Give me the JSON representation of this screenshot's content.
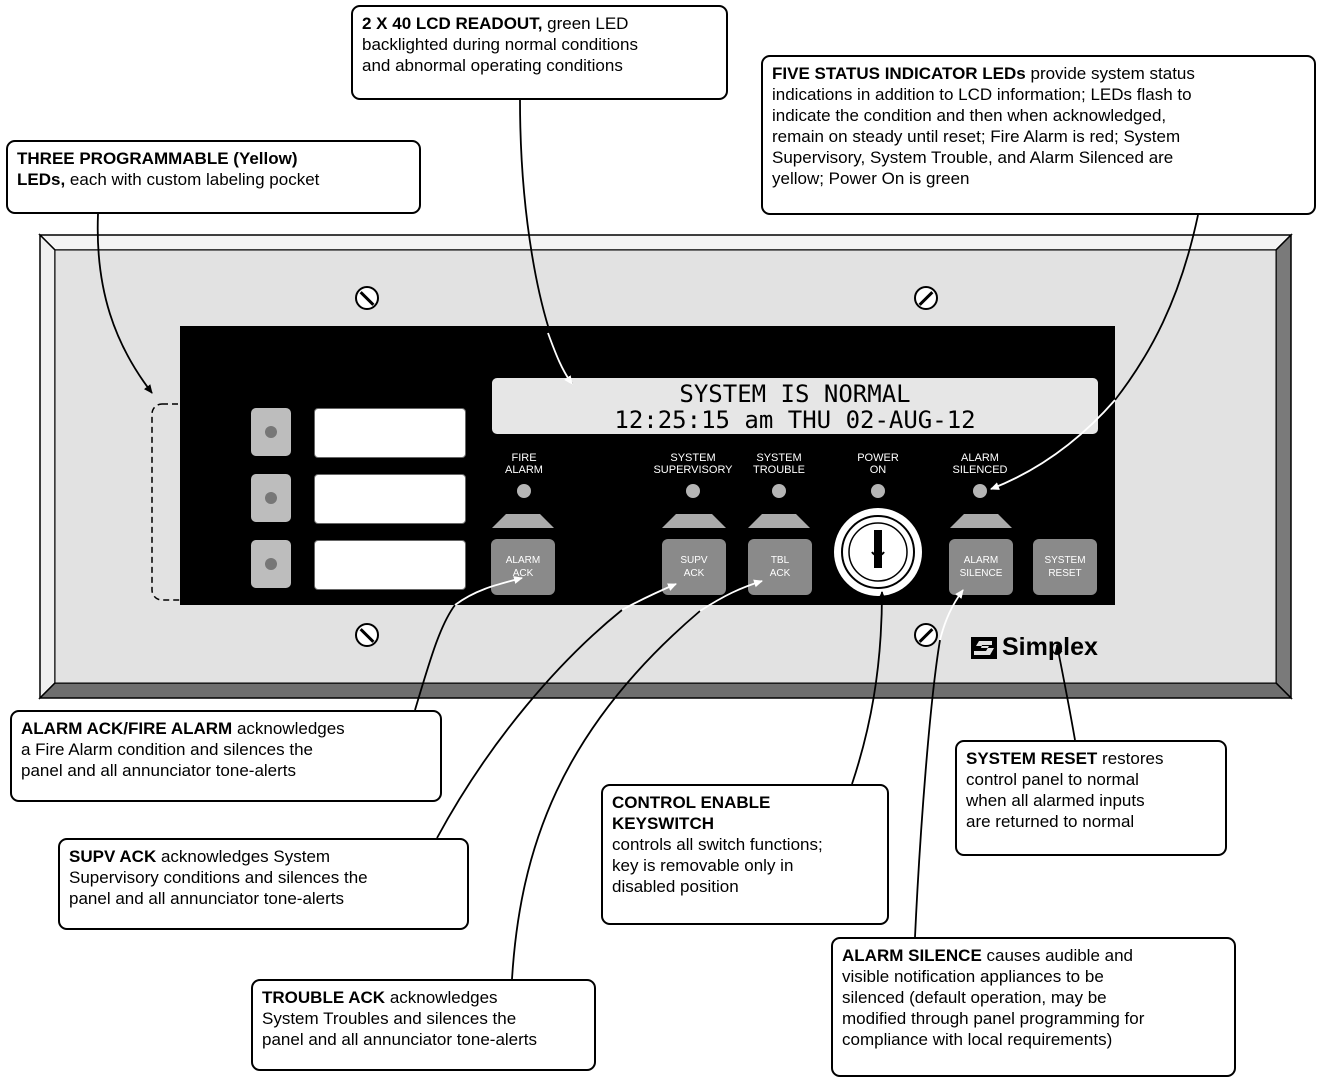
{
  "callouts": {
    "lcd": {
      "title": "2 X 40 LCD READOUT,",
      "line1_rest": " green LED",
      "line2": "backlighted during normal conditions",
      "line3": "and abnormal operating conditions"
    },
    "status_leds": {
      "title": "FIVE STATUS INDICATOR LEDs",
      "line1_rest": " provide system status",
      "line2": "indications in addition to LCD information; LEDs flash to",
      "line3": "indicate the condition and then when acknowledged,",
      "line4": "remain on steady until reset; Fire Alarm is red; System",
      "line5": "Supervisory, System Trouble, and Alarm Silenced are",
      "line6": "yellow; Power On is green"
    },
    "programmable": {
      "title1": "THREE PROGRAMMABLE (Yellow)",
      "title2": "LEDs,",
      "line2_rest": " each with custom labeling pocket"
    },
    "alarm_ack": {
      "title": "ALARM ACK/FIRE ALARM",
      "line1_rest": " acknowledges",
      "line2": "a Fire Alarm condition and silences the",
      "line3": "panel and all annunciator tone-alerts"
    },
    "supv_ack": {
      "title": "SUPV ACK",
      "line1_rest": " acknowledges System",
      "line2": "Supervisory conditions and silences the",
      "line3": "panel and all annunciator tone-alerts"
    },
    "trouble_ack": {
      "title": "TROUBLE ACK",
      "line1_rest": " acknowledges",
      "line2": "System Troubles and silences the",
      "line3": "panel and all annunciator tone-alerts"
    },
    "keyswitch": {
      "title1": "CONTROL ENABLE",
      "title2": "KEYSWITCH",
      "line3": "controls all switch functions;",
      "line4": "key is removable only in",
      "line5": "disabled position"
    },
    "system_reset": {
      "title": "SYSTEM RESET",
      "line1_rest": " restores",
      "line2": "control panel to normal",
      "line3": "when all alarmed inputs",
      "line4": "are returned to normal"
    },
    "alarm_silence": {
      "title": "ALARM SILENCE",
      "line1_rest": " causes audible and",
      "line2": "visible notification appliances to be",
      "line3": "silenced (default operation, may be",
      "line4": "modified through panel programming for",
      "line5": "compliance with local requirements)"
    }
  },
  "panel": {
    "lcd_line1": "SYSTEM IS NORMAL",
    "lcd_line2": "12:25:15 am THU 02-AUG-12",
    "led_labels": {
      "fire_alarm": [
        "FIRE",
        "ALARM"
      ],
      "system_supervisory": [
        "SYSTEM",
        "SUPERVISORY"
      ],
      "system_trouble": [
        "SYSTEM",
        "TROUBLE"
      ],
      "power_on": [
        "POWER",
        "ON"
      ],
      "alarm_silenced": [
        "ALARM",
        "SILENCED"
      ]
    },
    "buttons": {
      "alarm_ack": [
        "ALARM",
        "ACK"
      ],
      "supv_ack": [
        "SUPV",
        "ACK"
      ],
      "tbl_ack": [
        "TBL",
        "ACK"
      ],
      "alarm_silence": [
        "ALARM",
        "SILENCE"
      ],
      "system_reset": [
        "SYSTEM",
        "RESET"
      ]
    },
    "brand": "Simplex",
    "colors": {
      "panel_face": "#e2e2e2",
      "bezel": "#000000",
      "button": "#8a8a8a",
      "lcd": "#e6e6e6"
    }
  }
}
